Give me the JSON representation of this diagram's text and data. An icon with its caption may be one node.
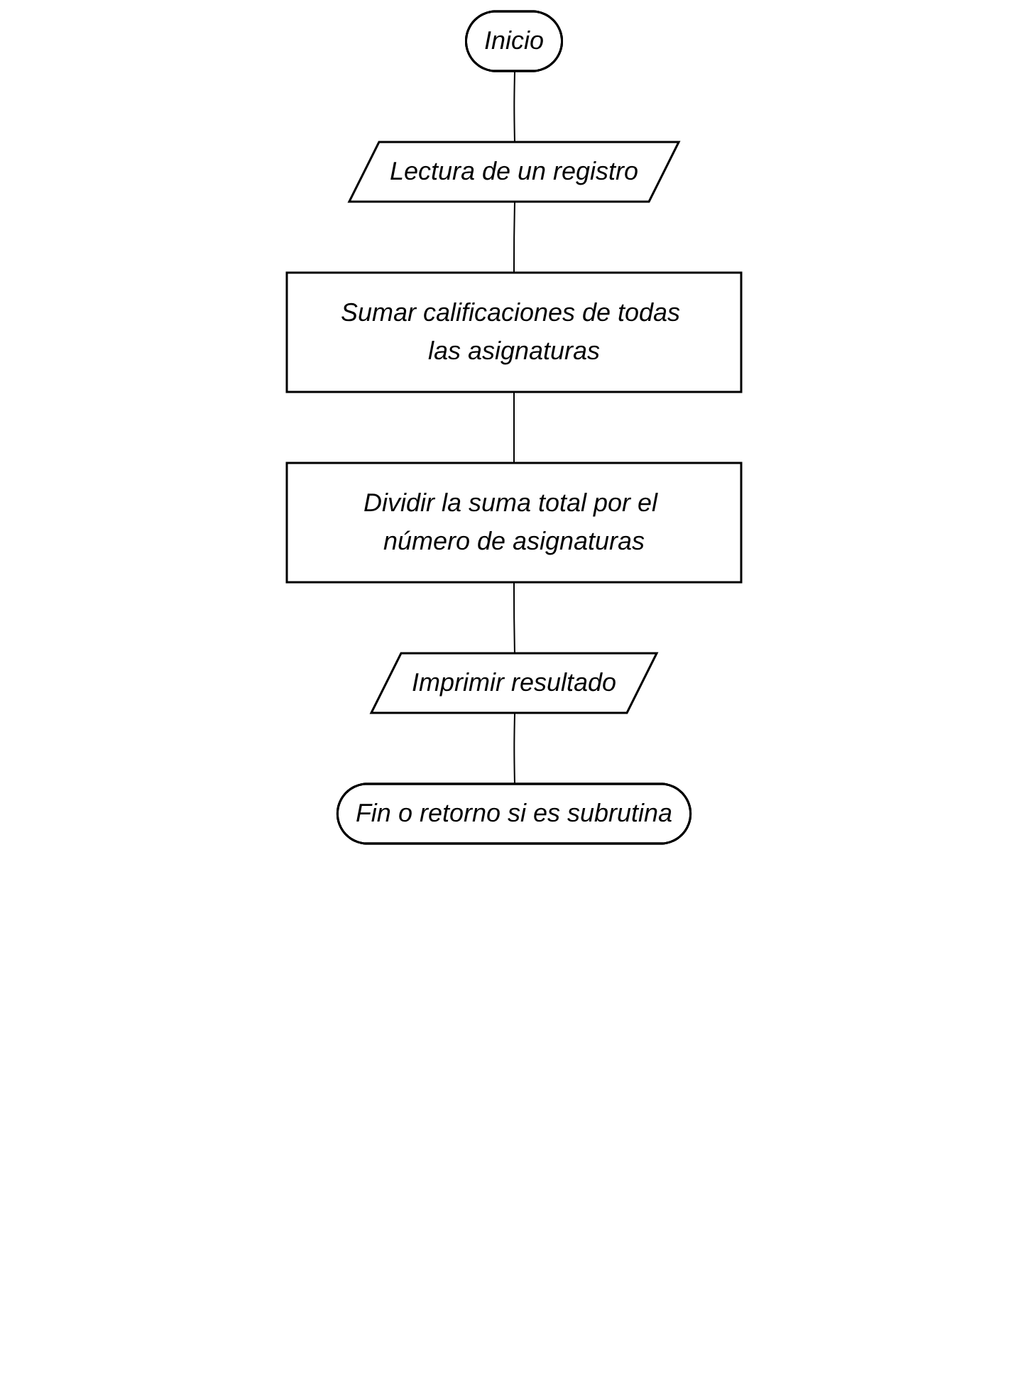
{
  "diagram": {
    "nodes": [
      {
        "text": [
          "Inicio"
        ]
      },
      {
        "text": [
          "Lectura de un registro"
        ]
      },
      {
        "text": [
          "Sumar calificaciones de todas las asignaturas"
        ]
      },
      {
        "text": [
          "Dividir la suma total por el número de asignaturas"
        ]
      },
      {
        "text": [
          "Imprimir resultado"
        ]
      },
      {
        "text": [
          "Fin o retorno si es subrutina"
        ]
      }
    ],
    "edges": [
      {
        "from": 0,
        "to": 1,
        "arrow": "none"
      },
      {
        "from": 1,
        "to": 2,
        "arrow": "none"
      },
      {
        "from": 2,
        "to": 3,
        "arrow": "none"
      },
      {
        "from": 3,
        "to": 4,
        "arrow": "none"
      },
      {
        "from": 4,
        "to": 5,
        "arrow": "none"
      }
    ]
  }
}
